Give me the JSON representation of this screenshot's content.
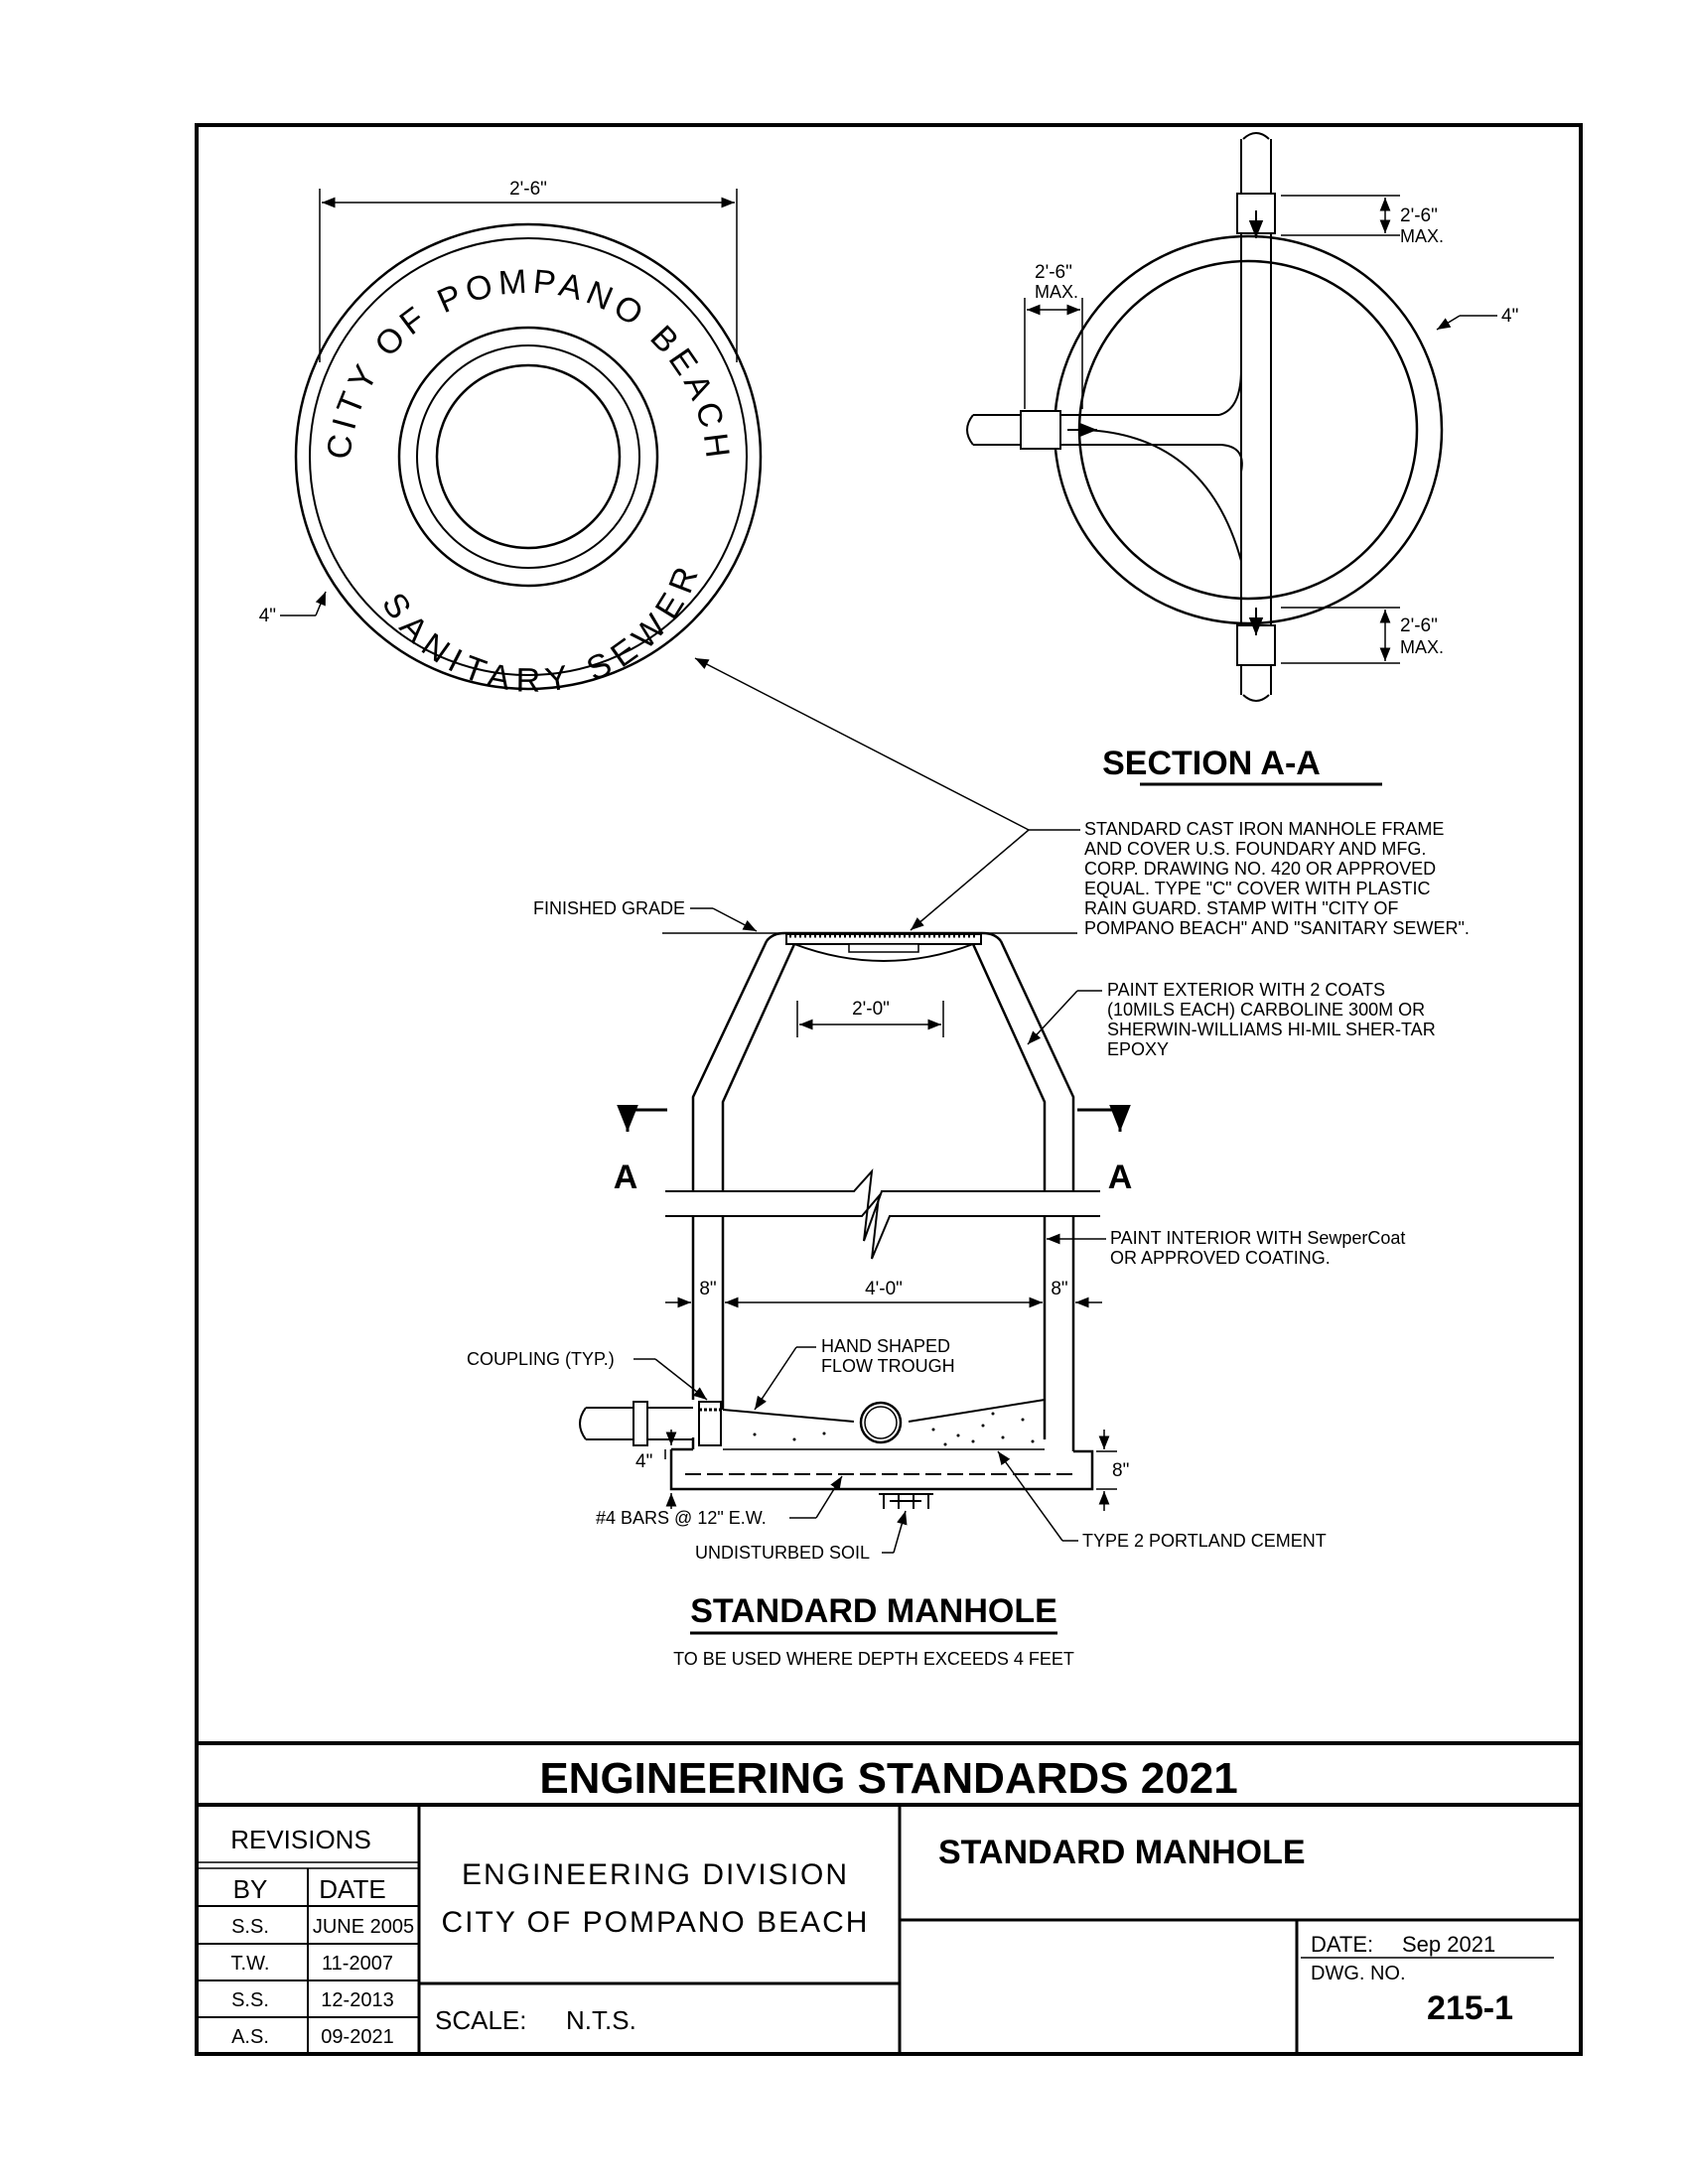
{
  "plan_view": {
    "width_dim": "2'-6\"",
    "rim_dim": "4\"",
    "stamp_upper": "CITY OF POMPANO BEACH",
    "stamp_lower": "SANITARY SEWER"
  },
  "section_aa": {
    "title": "SECTION A-A",
    "inlet_dim": "2'-6\"",
    "inlet_dim_max": "MAX.",
    "top_dim": "2'-6\"",
    "top_dim_max": "MAX.",
    "bottom_dim": "2'-6\"",
    "bottom_dim_max": "MAX.",
    "wall_dim": "4\""
  },
  "manhole": {
    "frame_note": [
      "STANDARD CAST IRON MANHOLE FRAME",
      "AND COVER U.S. FOUNDARY AND MFG.",
      "CORP. DRAWING NO. 420 OR APPROVED",
      "EQUAL. TYPE \"C\" COVER WITH PLASTIC",
      "RAIN GUARD. STAMP WITH \"CITY OF",
      "POMPANO BEACH\" AND \"SANITARY SEWER\"."
    ],
    "finished_grade": "FINISHED GRADE",
    "opening_dim": "2'-0\"",
    "exterior_note": [
      "PAINT EXTERIOR WITH 2 COATS",
      "(10MILS EACH) CARBOLINE 300M OR",
      "SHERWIN-WILLIAMS HI-MIL SHER-TAR",
      "EPOXY"
    ],
    "section_marker_left": "A",
    "section_marker_right": "A",
    "interior_note": [
      "PAINT INTERIOR WITH SewperCoat",
      "OR APPROVED COATING."
    ],
    "wall_left_dim": "8\"",
    "inner_dim": "4'-0\"",
    "wall_right_dim": "8\"",
    "coupling": "COUPLING (TYP.)",
    "trough_note": [
      "HAND SHAPED",
      "FLOW TROUGH"
    ],
    "base_dim_left": "4\"",
    "base_dim_right": "8\"",
    "bars": "#4 BARS @ 12\" E.W.",
    "soil": "UNDISTURBED SOIL",
    "cement": "TYPE 2 PORTLAND CEMENT",
    "title": "STANDARD MANHOLE",
    "subtitle": "TO BE USED WHERE DEPTH EXCEEDS 4 FEET"
  },
  "title_block": {
    "banner": "ENGINEERING STANDARDS 2021",
    "revisions_label": "REVISIONS",
    "col_by": "BY",
    "col_date": "DATE",
    "revisions": [
      {
        "by": "S.S.",
        "date": "JUNE 2005"
      },
      {
        "by": "T.W.",
        "date": "11-2007"
      },
      {
        "by": "S.S.",
        "date": "12-2013"
      },
      {
        "by": "A.S.",
        "date": "09-2021"
      }
    ],
    "division": "ENGINEERING DIVISION",
    "city": "CITY OF POMPANO BEACH",
    "scale_label": "SCALE:",
    "scale_value": "N.T.S.",
    "drawing_title": "STANDARD MANHOLE",
    "date_label": "DATE:",
    "date_value": "Sep 2021",
    "dwg_label": "DWG. NO.",
    "dwg_no": "215-1"
  }
}
